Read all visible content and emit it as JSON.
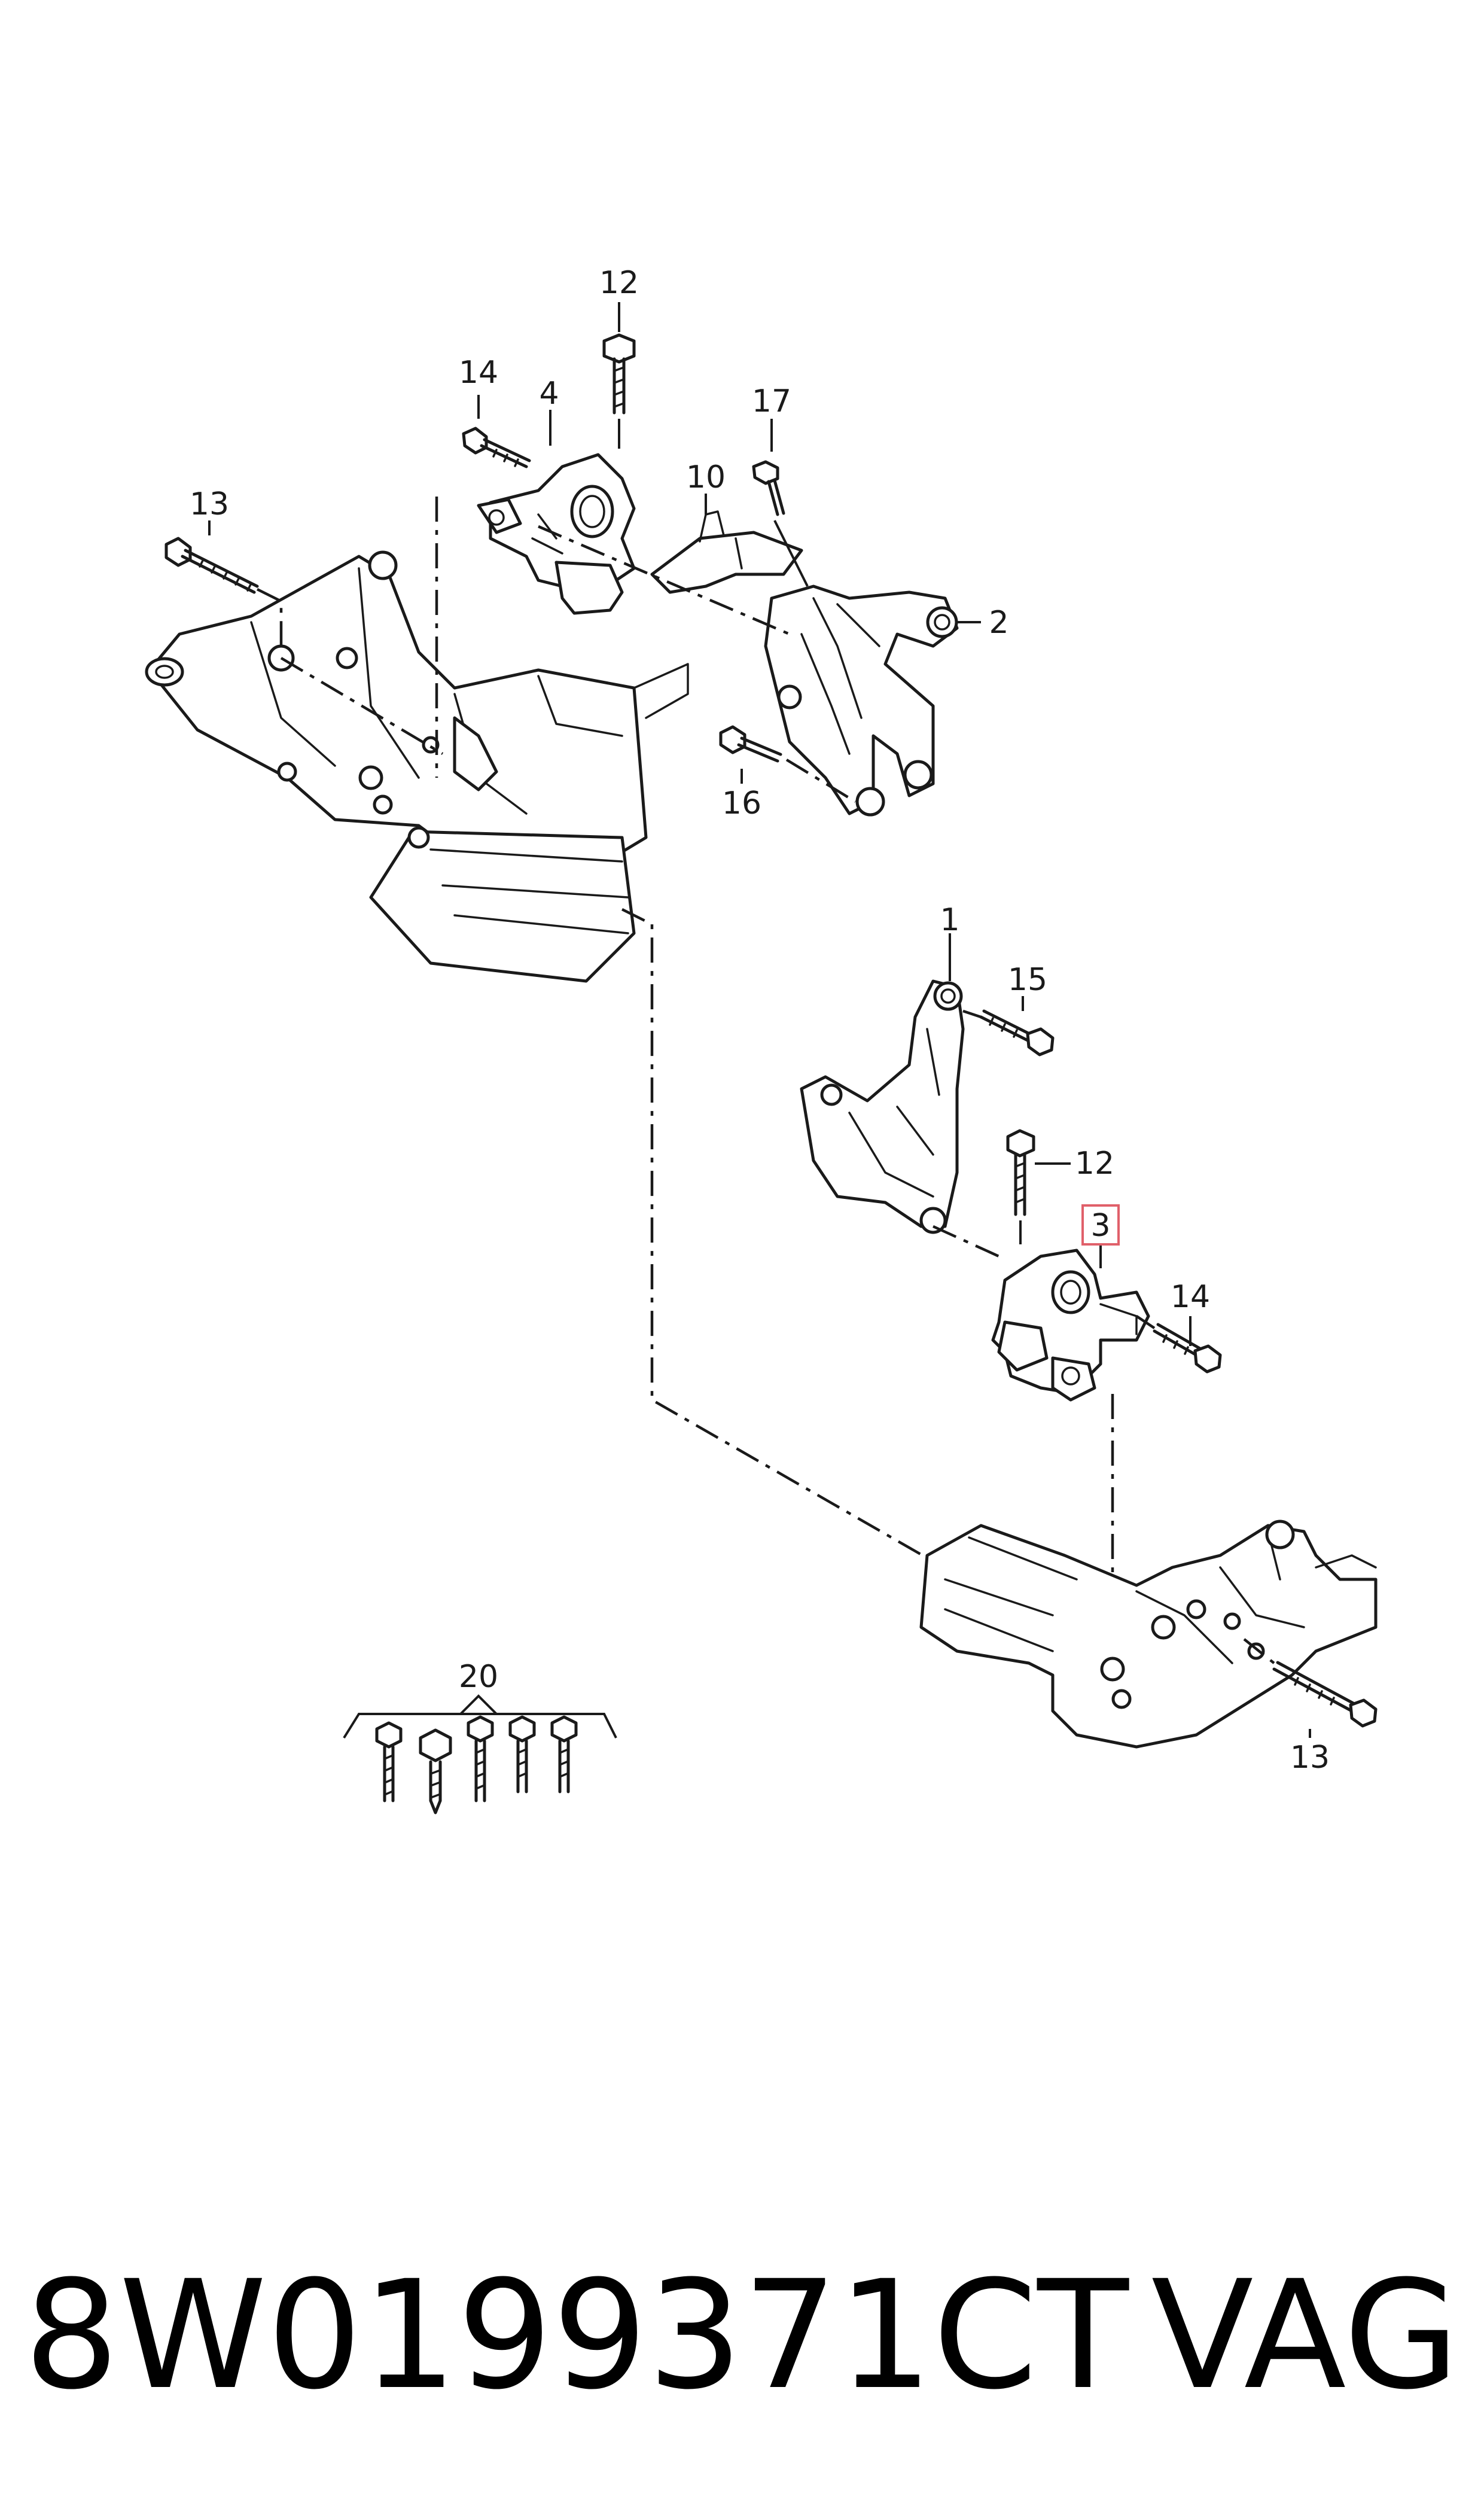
{
  "callouts": {
    "c12_top": "12",
    "c14_top": "14",
    "c4": "4",
    "c17": "17",
    "c10": "10",
    "c13_left": "13",
    "c2": "2",
    "c16": "16",
    "c1": "1",
    "c15": "15",
    "c12_mid": "12",
    "c3": "3",
    "c14_right": "14",
    "c13_right": "13",
    "c20": "20"
  },
  "footer": {
    "part_number": "8W0199371CT",
    "brand": "VAG"
  },
  "colors": {
    "line": "#1a1a1a",
    "highlight_box": "#e0606a",
    "background": "#ffffff"
  }
}
